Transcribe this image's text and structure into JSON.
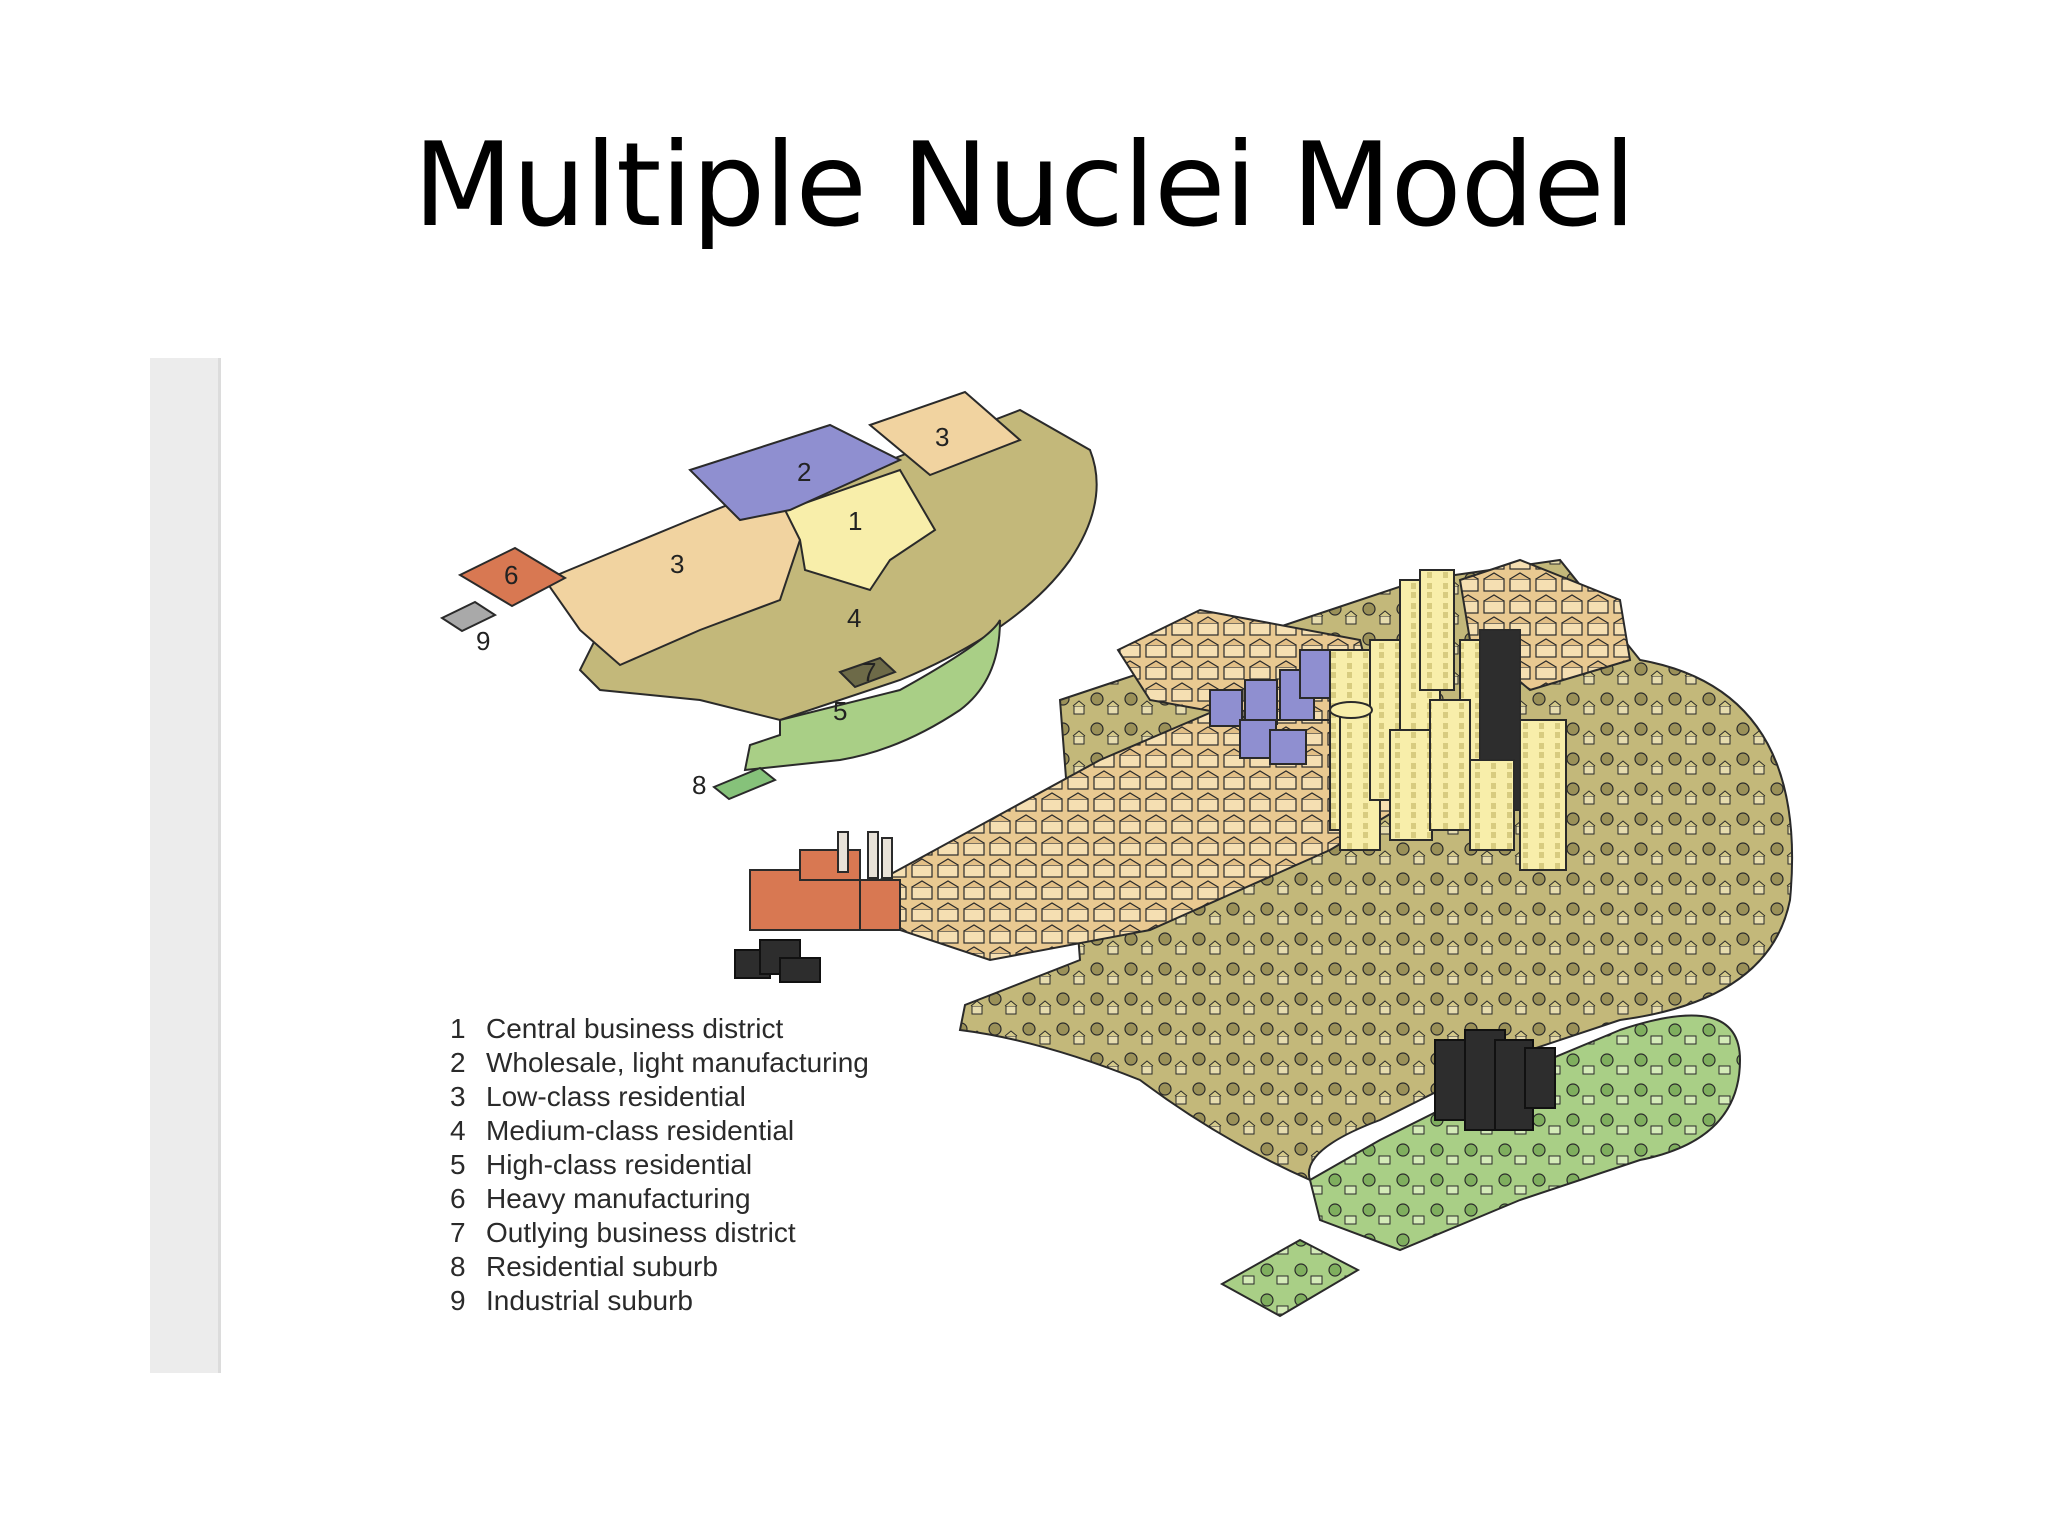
{
  "slide": {
    "title": "Multiple Nuclei Model"
  },
  "map_labels": [
    {
      "id": "z2",
      "text": "2"
    },
    {
      "id": "z3a",
      "text": "3"
    },
    {
      "id": "z1",
      "text": "1"
    },
    {
      "id": "z3b",
      "text": "3"
    },
    {
      "id": "z6",
      "text": "6"
    },
    {
      "id": "z4",
      "text": "4"
    },
    {
      "id": "z9",
      "text": "9"
    },
    {
      "id": "z7",
      "text": "7"
    },
    {
      "id": "z5",
      "text": "5"
    },
    {
      "id": "z8",
      "text": "8"
    }
  ],
  "legend": [
    {
      "num": "1",
      "label": "Central business district"
    },
    {
      "num": "2",
      "label": "Wholesale, light manufacturing"
    },
    {
      "num": "3",
      "label": "Low-class residential"
    },
    {
      "num": "4",
      "label": "Medium-class residential"
    },
    {
      "num": "5",
      "label": "High-class residential"
    },
    {
      "num": "6",
      "label": "Heavy manufacturing"
    },
    {
      "num": "7",
      "label": "Outlying business district"
    },
    {
      "num": "8",
      "label": "Residential suburb"
    },
    {
      "num": "9",
      "label": "Industrial suburb"
    }
  ],
  "colors": {
    "cbd": "#f8eeaa",
    "wholesale": "#8f8fd0",
    "low_class": "#f1d3a0",
    "medium_class": "#c3b87a",
    "high_class": "#a9cf86",
    "heavy_manufacturing": "#d87852",
    "outlying_business": "#6d6a48",
    "residential_suburb": "#86c27a",
    "industrial_suburb": "#a9a9a9",
    "outline": "#2a2a2a"
  }
}
